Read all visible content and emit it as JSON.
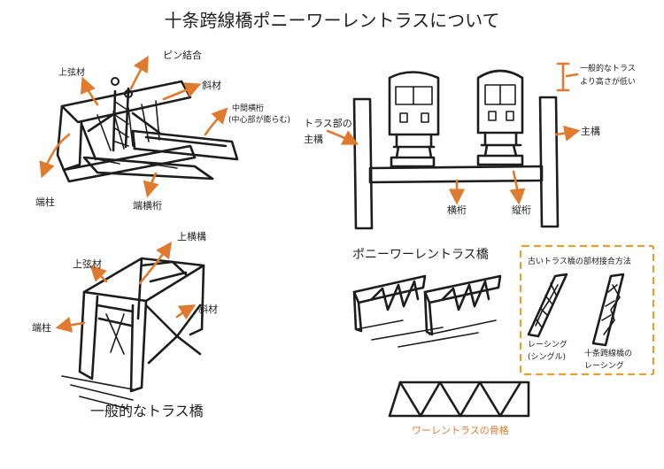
{
  "title": "十条跨線橋ポニーワーレントラスについて",
  "colors": {
    "ink": "#1d1d1d",
    "accent": "#e07a2e",
    "box": "#e6a030"
  },
  "sketch_pony_truss": {
    "labels": {
      "upper_chord": "上弦材",
      "pin_joint": "ピン結合",
      "diagonal": "斜材",
      "middle_cross_beam_1": "中間横桁",
      "middle_cross_beam_2": "(中心部が膨らむ)",
      "end_post": "端柱",
      "end_cross_beam": "端横桁"
    }
  },
  "sketch_cross_section": {
    "labels": {
      "truss_main_1": "トラス部の",
      "truss_main_2": "主構",
      "lower_note_1": "一般的なトラス",
      "lower_note_2": "より高さが低い",
      "main_girder": "主構",
      "cross_beam": "横桁",
      "stringer": "縦桁"
    }
  },
  "sketch_general_truss": {
    "labels": {
      "upper_lateral": "上横構",
      "upper_chord": "上弦材",
      "end_post": "端柱",
      "diagonal": "斜材"
    },
    "caption": "一般的なトラス橋"
  },
  "sketch_pony_warren": {
    "heading": "ポニーワーレントラス橋",
    "skeleton_caption": "ワーレントラスの骨格"
  },
  "joint_box": {
    "title": "古いトラス橋の部材接合方法",
    "lacing_single_1": "レーシング",
    "lacing_single_2": "(シングル)",
    "lacing_jujo_1": "十条跨線橋の",
    "lacing_jujo_2": "レーシング"
  }
}
